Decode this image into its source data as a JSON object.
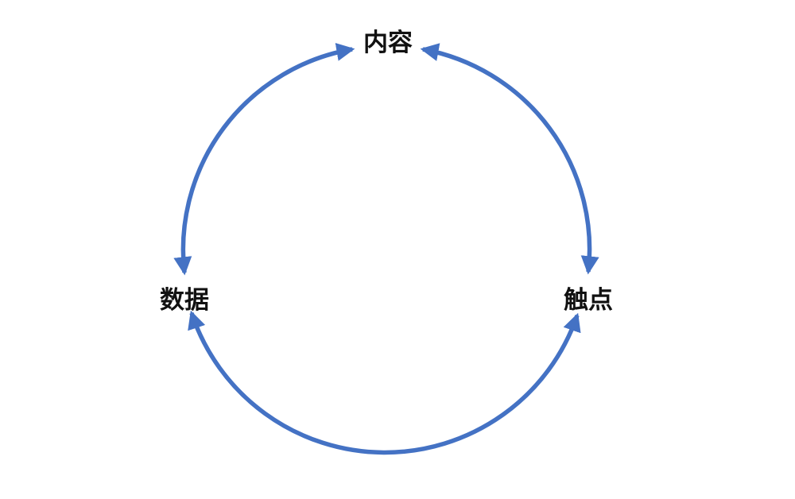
{
  "diagram": {
    "type": "cycle",
    "nodes": [
      {
        "id": "content",
        "label": "内容"
      },
      {
        "id": "touchpoint",
        "label": "触点"
      },
      {
        "id": "data",
        "label": "数据"
      }
    ],
    "edges": [
      {
        "from": "content",
        "to": "touchpoint",
        "direction": "bidirectional"
      },
      {
        "from": "touchpoint",
        "to": "data",
        "direction": "bidirectional"
      },
      {
        "from": "data",
        "to": "content",
        "direction": "bidirectional"
      }
    ],
    "colors": {
      "arrow": "#4472c4",
      "text": "#111111",
      "background": "#ffffff"
    }
  }
}
